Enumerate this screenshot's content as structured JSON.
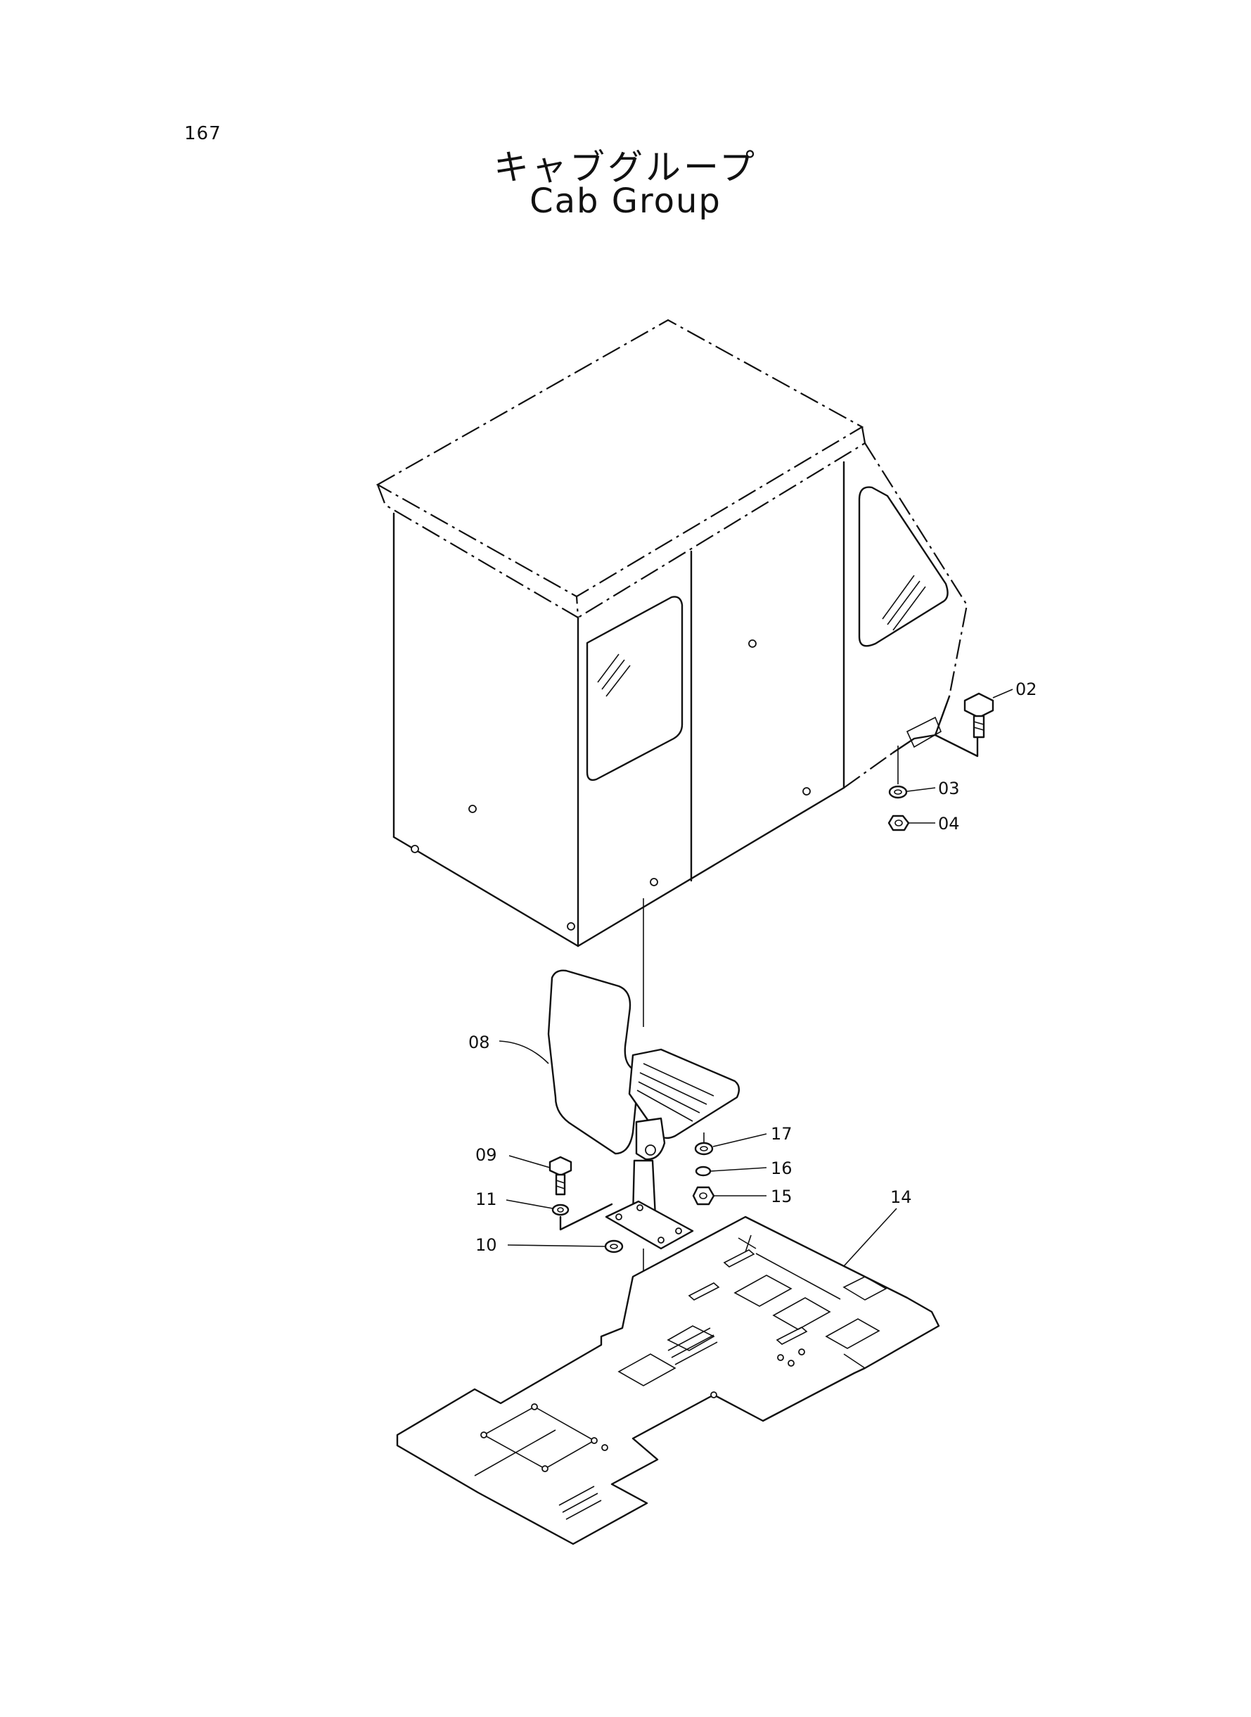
{
  "page": {
    "number": "167",
    "title_jp": "キャブグループ",
    "title_en": "Cab Group"
  },
  "callouts": [
    {
      "id": "c02",
      "label": "02"
    },
    {
      "id": "c03",
      "label": "03"
    },
    {
      "id": "c04",
      "label": "04"
    },
    {
      "id": "c08",
      "label": "08"
    },
    {
      "id": "c09",
      "label": "09"
    },
    {
      "id": "c10",
      "label": "10"
    },
    {
      "id": "c11",
      "label": "11"
    },
    {
      "id": "c14",
      "label": "14"
    },
    {
      "id": "c15",
      "label": "15"
    },
    {
      "id": "c16",
      "label": "16"
    },
    {
      "id": "c17",
      "label": "17"
    }
  ]
}
